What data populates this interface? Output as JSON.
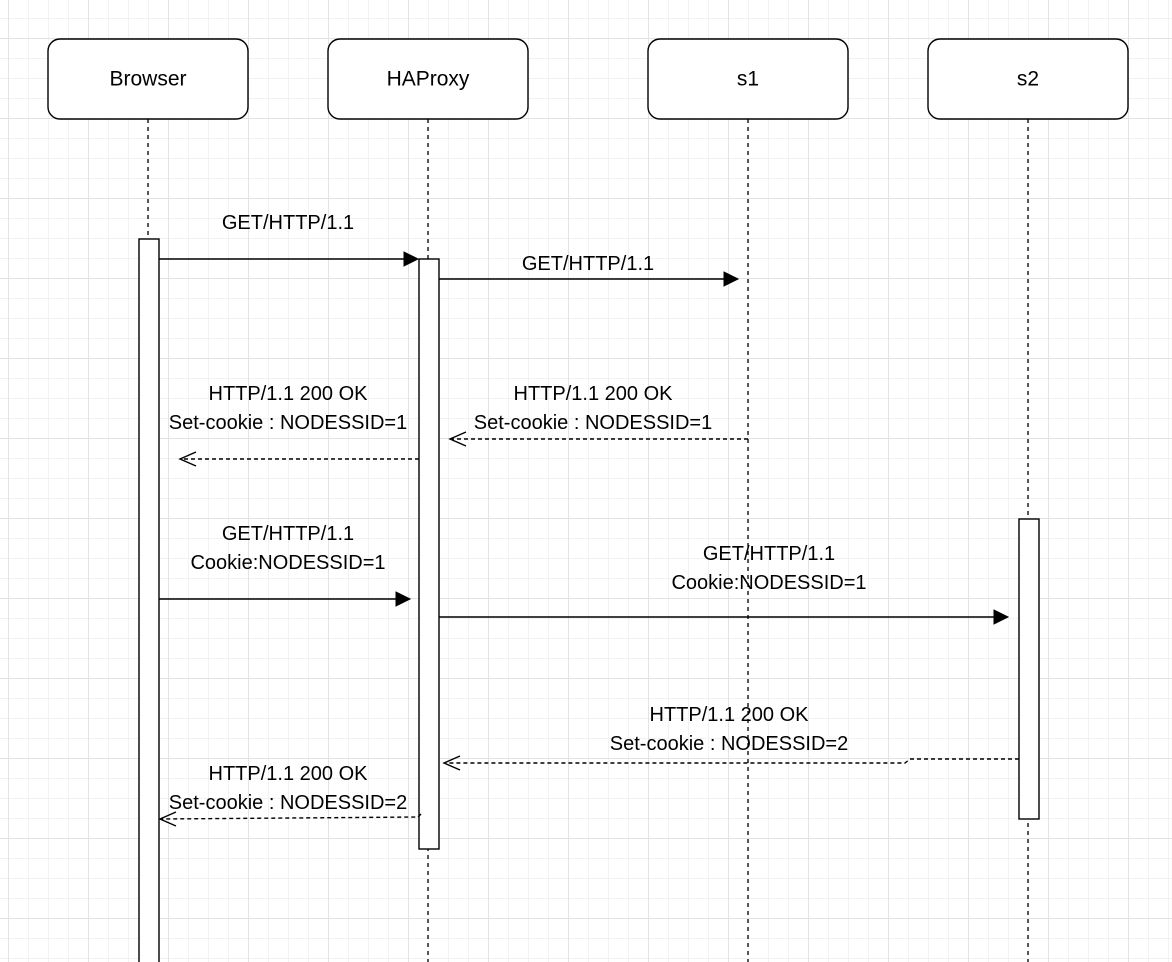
{
  "actors": [
    {
      "id": "browser",
      "label": "Browser"
    },
    {
      "id": "haproxy",
      "label": "HAProxy"
    },
    {
      "id": "s1",
      "label": "s1"
    },
    {
      "id": "s2",
      "label": "s2"
    }
  ],
  "messages": [
    {
      "id": "m1",
      "from": "browser",
      "to": "haproxy",
      "style": "solid",
      "lines": [
        "GET/HTTP/1.1"
      ]
    },
    {
      "id": "m2",
      "from": "haproxy",
      "to": "s1",
      "style": "solid",
      "lines": [
        "GET/HTTP/1.1"
      ]
    },
    {
      "id": "m3",
      "from": "s1",
      "to": "haproxy",
      "style": "dashed",
      "lines": [
        "HTTP/1.1 200 OK",
        "Set-cookie : NODESSID=1"
      ]
    },
    {
      "id": "m4",
      "from": "haproxy",
      "to": "browser",
      "style": "dashed",
      "lines": [
        "HTTP/1.1 200 OK",
        "Set-cookie : NODESSID=1"
      ]
    },
    {
      "id": "m5",
      "from": "browser",
      "to": "haproxy",
      "style": "solid",
      "lines": [
        "GET/HTTP/1.1",
        "Cookie:NODESSID=1"
      ]
    },
    {
      "id": "m6",
      "from": "haproxy",
      "to": "s2",
      "style": "solid",
      "lines": [
        "GET/HTTP/1.1",
        "Cookie:NODESSID=1"
      ]
    },
    {
      "id": "m7",
      "from": "s2",
      "to": "haproxy",
      "style": "dashed",
      "lines": [
        "HTTP/1.1 200 OK",
        "Set-cookie : NODESSID=2"
      ]
    },
    {
      "id": "m8",
      "from": "haproxy",
      "to": "browser",
      "style": "dashed",
      "lines": [
        "HTTP/1.1 200 OK",
        "Set-cookie : NODESSID=2"
      ]
    }
  ]
}
